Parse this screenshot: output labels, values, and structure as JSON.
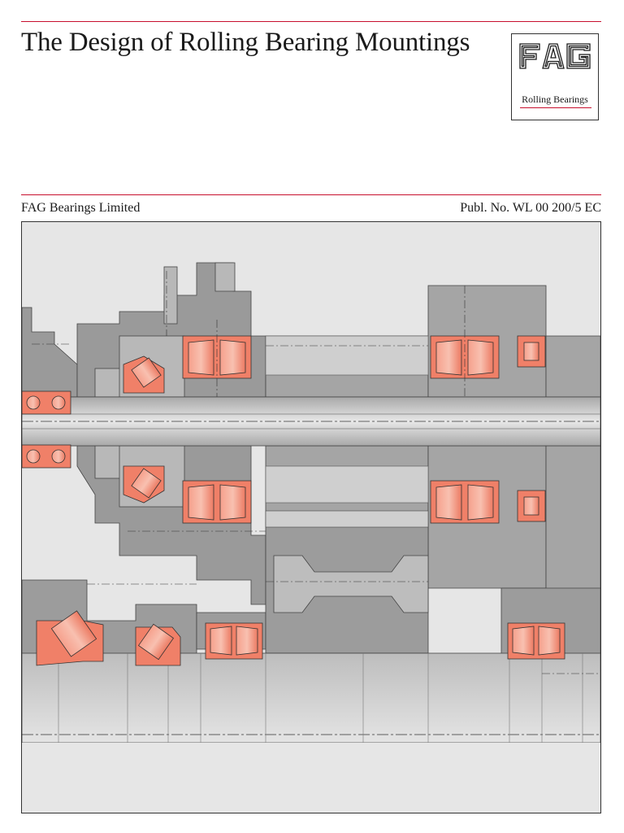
{
  "document": {
    "title": "The Design of Rolling Bearing Mountings",
    "company": "FAG Bearings Limited",
    "publication_number": "Publ. No. WL 00 200/5 EC"
  },
  "logo": {
    "wordmark": "FAG",
    "tagline": "Rolling Bearings"
  },
  "colors": {
    "accent_rule": "#c8102e",
    "bearing": "#f08068",
    "housing": "#999999",
    "background": "#e6e6e6"
  },
  "illustration": {
    "subject": "cross-section drawing of shaft and housing with spherical roller bearings, tapered roller bearings and ball bearings"
  }
}
